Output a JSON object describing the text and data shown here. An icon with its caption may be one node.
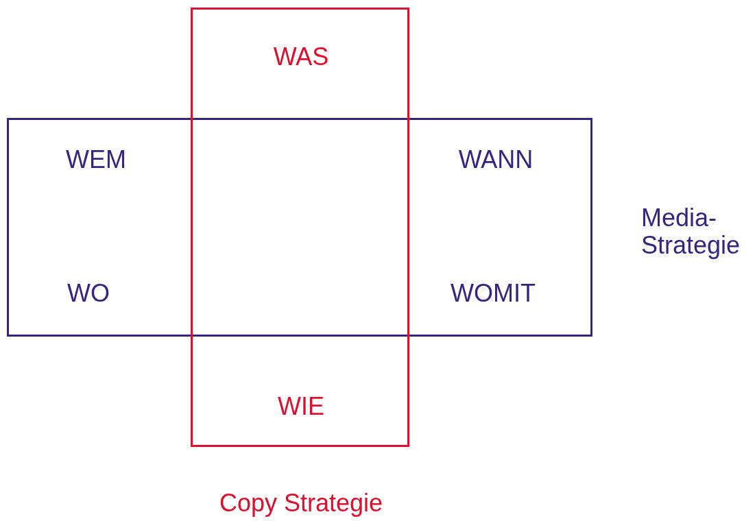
{
  "diagram": {
    "nodes": [
      {
        "text": [
          "WAS",
          "WIE",
          "Copy Strategie"
        ]
      },
      {
        "text": [
          "WEM",
          "WANN",
          "WO",
          "WOMIT",
          "Media-Strategie"
        ]
      }
    ]
  }
}
